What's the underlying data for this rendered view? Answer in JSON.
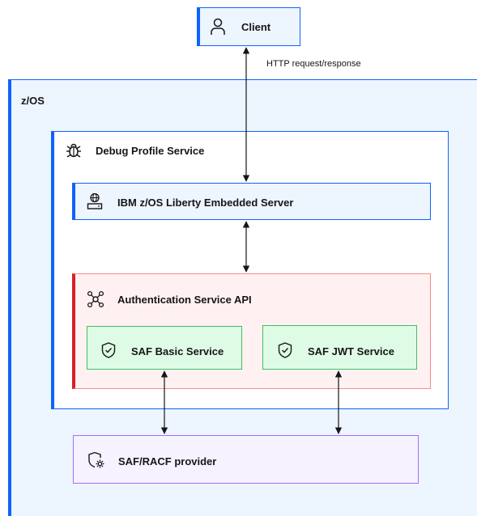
{
  "client": {
    "label": "Client",
    "icon": "user-icon"
  },
  "edge_label": "HTTP request/response",
  "zos": {
    "label": "z/OS"
  },
  "debug_profile_service": {
    "label": "Debug Profile Service",
    "icon": "debug-bug-icon"
  },
  "liberty_server": {
    "label": "IBM z/OS Liberty Embedded Server",
    "icon": "server-globe-icon"
  },
  "auth_service": {
    "label": "Authentication Service API",
    "icon": "api-network-icon"
  },
  "saf_basic": {
    "label": "SAF Basic Service",
    "icon": "shield-check-icon"
  },
  "saf_jwt": {
    "label": "SAF JWT Service",
    "icon": "shield-check-icon"
  },
  "racf": {
    "label": "SAF/RACF provider",
    "icon": "policy-gear-icon"
  },
  "colors": {
    "blue": "#0f62fe",
    "blue_fill": "#edf5ff",
    "red": "#da1e28",
    "red_fill": "#fff1f1",
    "green": "#42be65",
    "green_fill": "#defbe6",
    "purple": "#a56eff",
    "purple_fill": "#f6f2ff"
  }
}
